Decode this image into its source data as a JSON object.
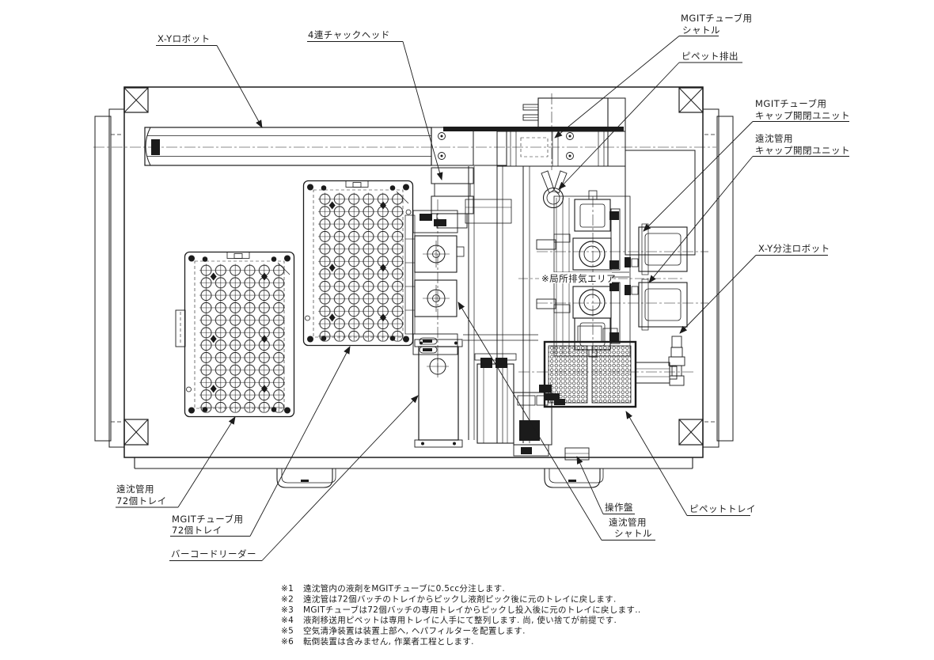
{
  "drawing": {
    "background": "#ffffff",
    "line_color": "#1b1b1b"
  },
  "labels": {
    "xy_robot": "X-Yロボット",
    "chuck_head": "4連チャックヘッド",
    "mgit_shuttle": {
      "line1": "MGITチューブ用",
      "line2": "シャトル"
    },
    "pipette_discharge": "ピペット排出",
    "mgit_cap_unit": {
      "line1": "MGITチューブ用",
      "line2": "キャップ開閉ユニット"
    },
    "tube_cap_unit": {
      "line1": "遠沈管用",
      "line2": "キャップ開閉ユニット"
    },
    "xy_dispense_robot": "X-Y分注ロボット",
    "local_exhaust_area": "※局所排気エリア",
    "tube_tray": {
      "line1": "遠沈管用",
      "line2": "72個トレイ"
    },
    "mgit_tray": {
      "line1": "MGITチューブ用",
      "line2": "72個トレイ"
    },
    "barcode_reader": "バーコードリーダー",
    "operation_panel": "操作盤",
    "tube_shuttle": {
      "line1": "遠沈管用",
      "line2": "シャトル"
    },
    "pipette_tray": "ピペットトレイ"
  },
  "trays": {
    "hole_columns": 6,
    "hole_rows": 12,
    "holes_per_tray": 72
  },
  "notes": [
    {
      "marker": "※1",
      "text": "遠沈管内の液剤をMGITチューブに0.5cc分注します."
    },
    {
      "marker": "※2",
      "text": "遠沈管は72個バッチのトレイからピックし液剤ピック後に元のトレイに戻します."
    },
    {
      "marker": "※3",
      "text": "MGITチューブは72個バッチの専用トレイからピックし投入後に元のトレイに戻します.."
    },
    {
      "marker": "※4",
      "text": "液剤移送用ピペットは専用トレイに人手にて整列します. 尚, 使い捨てが前提です."
    },
    {
      "marker": "※5",
      "text": "空気清浄装置は装置上部へ, ヘパフィルターを配置します."
    },
    {
      "marker": "※6",
      "text": "転倒装置は含みません, 作業者工程とします."
    }
  ]
}
